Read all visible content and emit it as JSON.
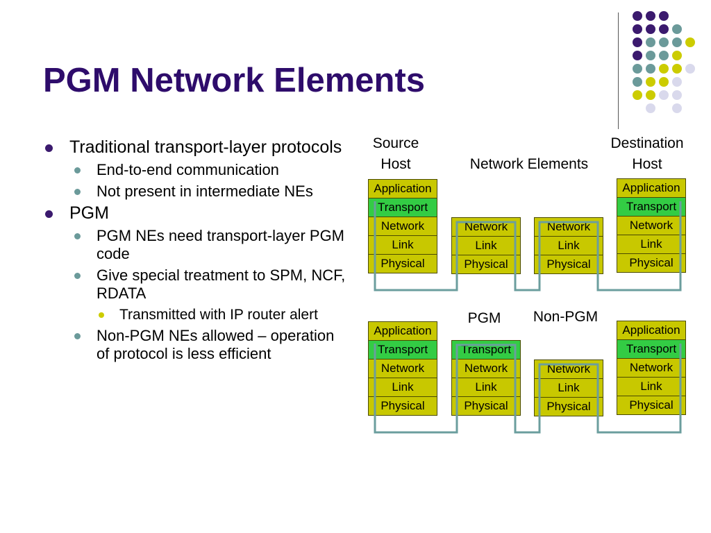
{
  "title": "PGM Network Elements",
  "colors": {
    "title": "#2e0c6b",
    "purple": "#3b1a6e",
    "teal": "#6b9a9a",
    "yellow": "#cccc00",
    "lavender": "#d9d9ec",
    "layer_yellow": "#c8c800",
    "layer_green": "#33cc44",
    "path": "#6b9e9e"
  },
  "bullets": [
    {
      "level": 1,
      "text": "Traditional transport-layer protocols"
    },
    {
      "level": 2,
      "text": "End-to-end communication"
    },
    {
      "level": 2,
      "text": "Not present in intermediate NEs"
    },
    {
      "level": 1,
      "text": "PGM"
    },
    {
      "level": 2,
      "text": "PGM NEs need transport-layer PGM code"
    },
    {
      "level": 2,
      "text": "Give special treatment to SPM, NCF, RDATA"
    },
    {
      "level": 3,
      "text": "Transmitted with IP router alert"
    },
    {
      "level": 2,
      "text": "Non-PGM NEs allowed – operation of protocol is less efficient"
    }
  ],
  "diagram": {
    "labels": {
      "source_line1": "Source",
      "source_line2": "Host",
      "network_elements": "Network Elements",
      "destination_line1": "Destination",
      "destination_line2": "Host",
      "pgm": "PGM",
      "non_pgm": "Non-PGM"
    },
    "layers": {
      "application": "Application",
      "transport": "Transport",
      "network": "Network",
      "link": "Link",
      "physical": "Physical"
    }
  }
}
